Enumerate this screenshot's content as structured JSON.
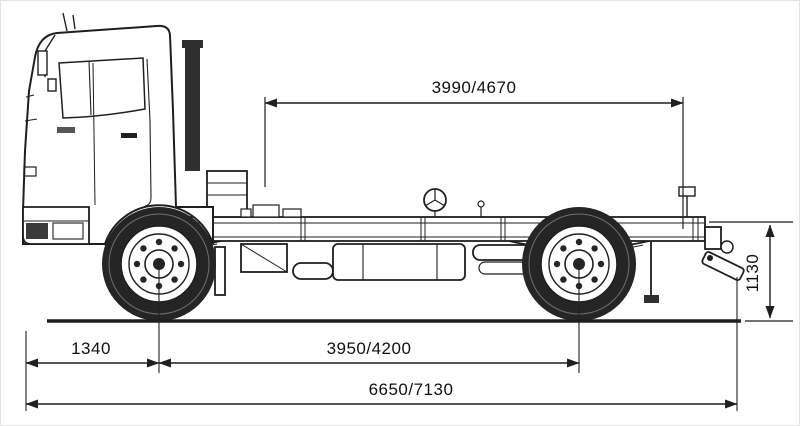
{
  "diagram": {
    "title": "truck-chassis-side-view-drawing",
    "ink_color": "#1f1f1f",
    "background": "#ffffff",
    "dimensions": {
      "cab_to_rear_end": "3990/4670",
      "frame_height": "1130",
      "front_overhang": "1340",
      "wheelbase": "3950/4200",
      "overall_length": "6650/7130"
    }
  }
}
